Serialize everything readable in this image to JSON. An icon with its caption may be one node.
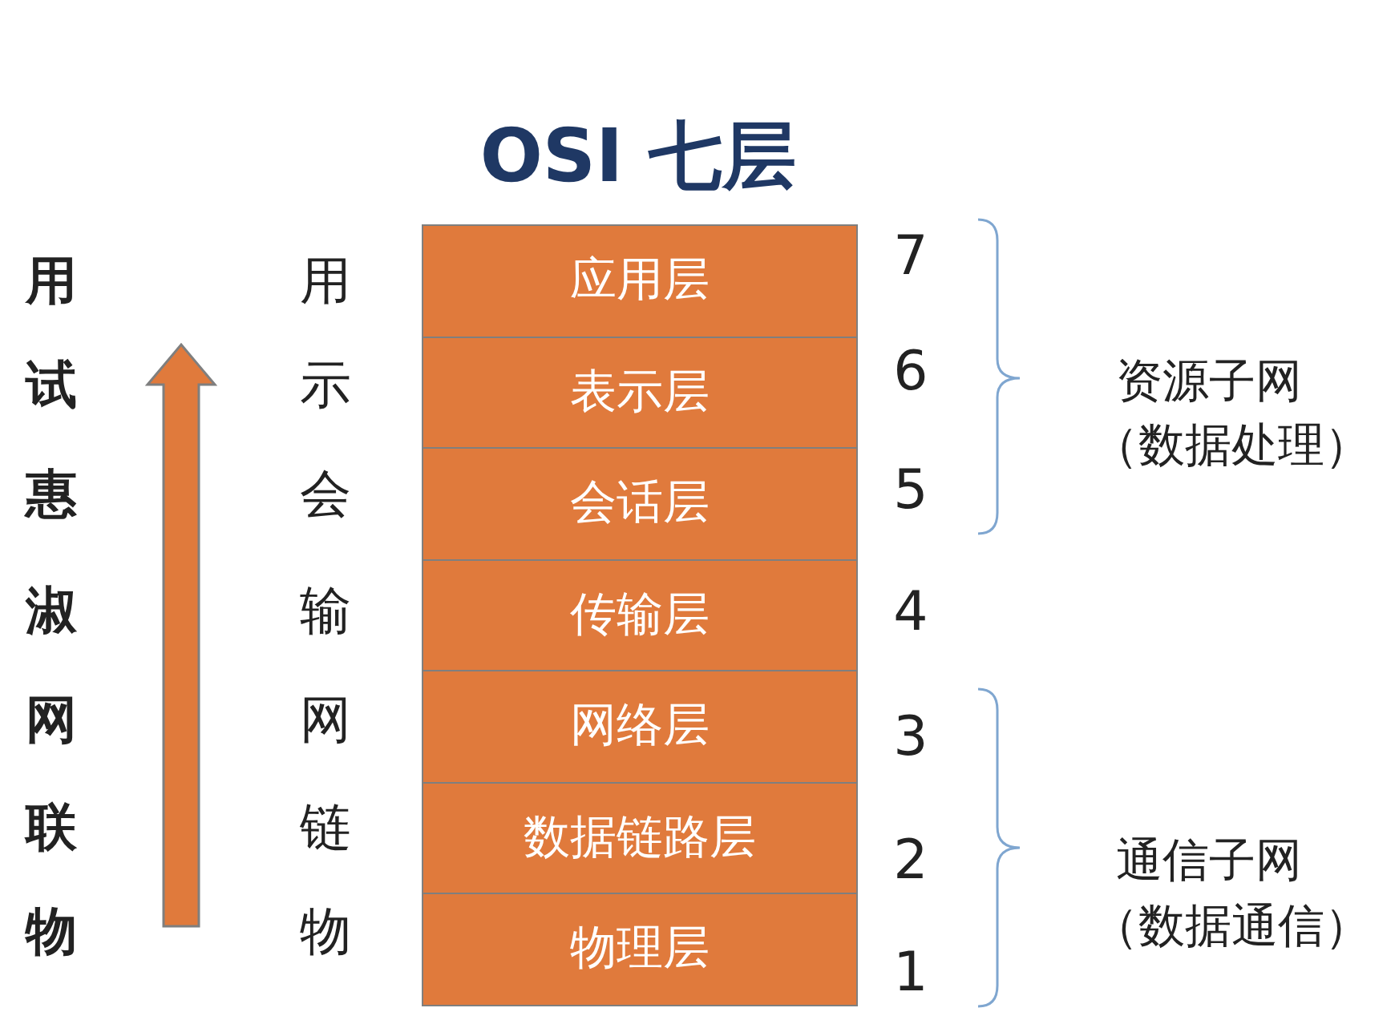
{
  "diagram": {
    "title": "OSI 七层",
    "nodes": [
      {
        "text": [
          "应用层"
        ]
      },
      {
        "text": [
          "表示层"
        ]
      },
      {
        "text": [
          "会话层"
        ]
      },
      {
        "text": [
          "传输层"
        ]
      },
      {
        "text": [
          "网络层"
        ]
      },
      {
        "text": [
          "数据链路层"
        ]
      },
      {
        "text": [
          "物理层"
        ]
      }
    ],
    "labels": [
      "用",
      "试",
      "惠",
      "淑",
      "网",
      "联",
      "物",
      "用",
      "示",
      "会",
      "输",
      "网",
      "链",
      "物",
      "7",
      "6",
      "5",
      "4",
      "3",
      "2",
      "1",
      "资源子网",
      "（数据处理）",
      "通信子网",
      "（数据通信）"
    ]
  }
}
